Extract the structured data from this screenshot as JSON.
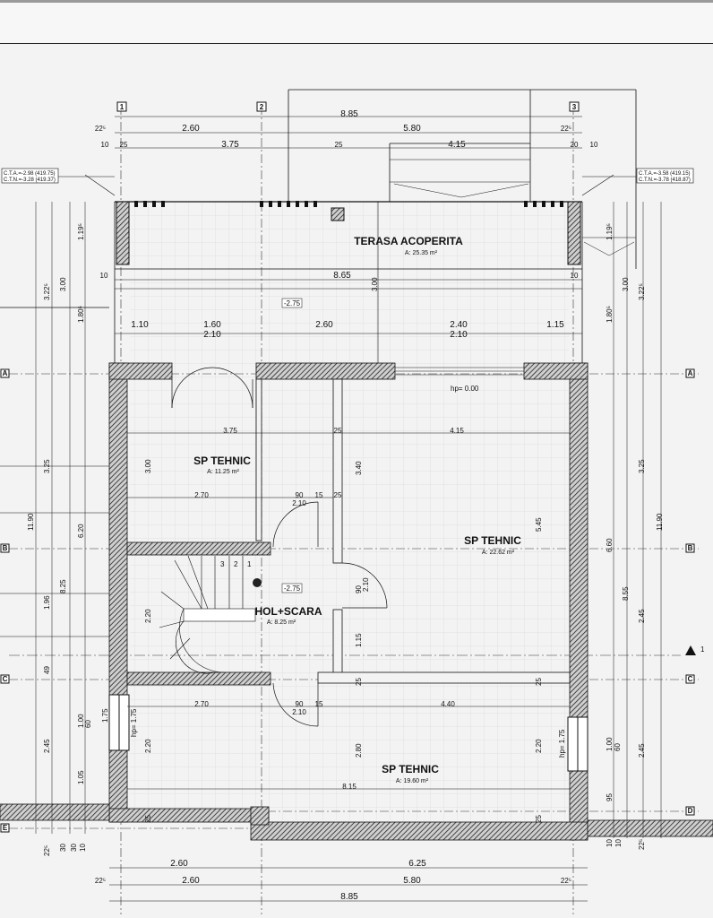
{
  "rooms": [
    {
      "name": "TERASA ACOPERITA",
      "area": "A: 25.35 m²"
    },
    {
      "name": "SP TEHNIC",
      "area": "A: 11.25 m²"
    },
    {
      "name": "SP TEHNIC",
      "area": "A: 22.62 m²"
    },
    {
      "name": "HOL+SCARA",
      "area": "A: 8.25 m²"
    },
    {
      "name": "SP TEHNIC",
      "area": "A: 19.60 m²"
    }
  ],
  "levels": {
    "terrace": "-2.75",
    "hall": "-2.75",
    "hp_top": "hp= 0.00",
    "hp_left": "hp= 1.75",
    "hp_right": "hp= 1.75"
  },
  "ctn_tags": {
    "left": [
      "C.T.A.=-2.98 (419.75)",
      "C.T.N.=-3.28 (419.37)"
    ],
    "right": [
      "C.T.A.=-3.58 (419.15)",
      "C.T.N.=-3.78 (418.87)"
    ]
  },
  "axes": {
    "columns": [
      "1",
      "2",
      "3"
    ],
    "rows": [
      "A",
      "B",
      "C",
      "D",
      "E"
    ],
    "section": "1"
  },
  "dims_top": {
    "total": "8.85",
    "row1": [
      "22⁵",
      "2.60",
      "5.80",
      "22⁵"
    ],
    "row2": [
      "10",
      "25",
      "3.75",
      "25",
      "4.15",
      "20",
      "10"
    ]
  },
  "dims_terrace": {
    "h1": "10",
    "h2": "8.65",
    "h3": "10",
    "h4": [
      "1.10",
      "1.60",
      "2.60",
      "2.40",
      "1.15"
    ],
    "h5": [
      "2.10",
      "2.10"
    ],
    "v": [
      "1.19⁵",
      "3.00",
      "3.22⁵",
      "1.80⁵",
      "3.00",
      "1.19⁵",
      "3.00",
      "3.22⁵",
      "1.80⁵"
    ]
  },
  "dims_inner": {
    "r1": [
      "3.75",
      "25",
      "4.15"
    ],
    "r2": [
      "2.70",
      "90",
      "15",
      "25",
      "2.10"
    ],
    "r3": [
      "2.70",
      "90",
      "15",
      "2.10",
      "4.40"
    ],
    "misc": [
      "3.00",
      "3.40",
      "5.45",
      "90",
      "2.10",
      "2.20",
      "1.15",
      "25",
      "25",
      "2.80",
      "2.20",
      "2.20",
      "8.15",
      "25",
      "25"
    ]
  },
  "dims_left": [
    "3.25",
    "11.90",
    "6.20",
    "8.25",
    "1.96",
    "49",
    "2.45",
    "1.00",
    "60",
    "1.05",
    "1.75",
    "30",
    "30",
    "10",
    "22⁵"
  ],
  "dims_right": [
    "3.25",
    "11.90",
    "6.60",
    "8.55",
    "2.45",
    "1.00",
    "60",
    "2.45",
    "95",
    "10",
    "10",
    "22⁵"
  ],
  "dims_bottom": {
    "row1": [
      "2.60",
      "6.25"
    ],
    "row2": [
      "22⁵",
      "2.60",
      "5.80",
      "22⁵"
    ],
    "total": "8.85"
  },
  "stair_steps": [
    "3",
    "2",
    "1"
  ]
}
